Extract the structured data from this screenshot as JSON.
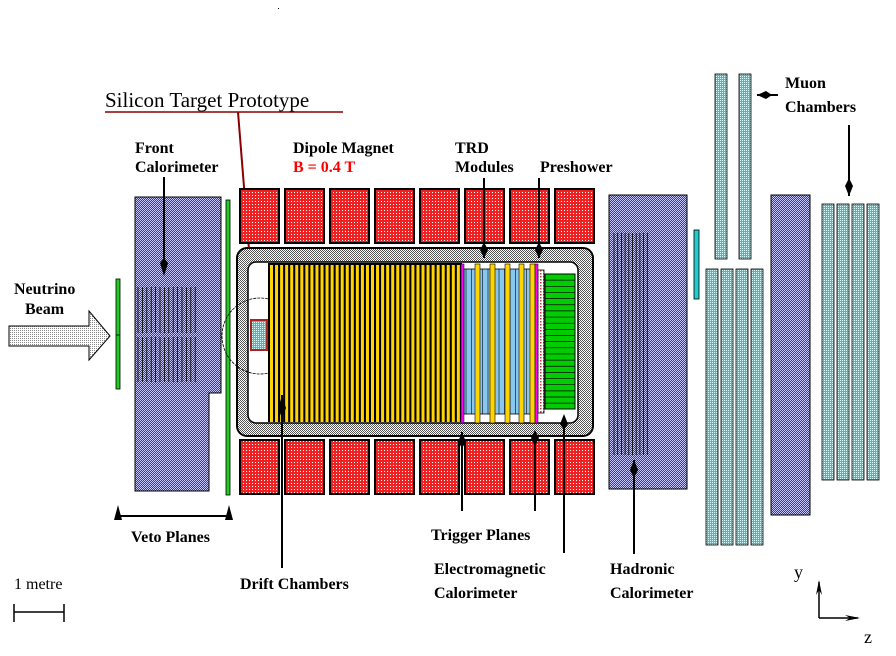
{
  "diagram": {
    "title": "Silicon Target Prototype",
    "colors": {
      "title": "#8b0000",
      "field_label": "#ff0000",
      "magnet": "#ee2222",
      "calorimeter": "#4848d8",
      "veto": "#22cc22",
      "drift": "#ffd400",
      "trd": "#88c8f0",
      "trigger": "#ff00ff",
      "em_calorimeter": "#00cc00",
      "muon": "#22cccc",
      "target": "#33bbbb",
      "target_border": "#aa2222"
    },
    "labels": {
      "front_calorimeter_line1": "Front",
      "front_calorimeter_line2": "Calorimeter",
      "dipole_magnet": "Dipole Magnet",
      "field": "B = 0.4 T",
      "trd_line1": "TRD",
      "trd_line2": "Modules",
      "preshower": "Preshower",
      "muon_line1": "Muon",
      "muon_line2": "Chambers",
      "neutrino_line1": "Neutrino",
      "neutrino_line2": "Beam",
      "veto_planes": "Veto Planes",
      "drift_chambers": "Drift Chambers",
      "trigger_planes": "Trigger Planes",
      "em_line1": "Electromagnetic",
      "em_line2": "Calorimeter",
      "hadronic_line1": "Hadronic",
      "hadronic_line2": "Calorimeter",
      "scale": "1 metre",
      "axis_y": "y",
      "axis_z": "z"
    }
  }
}
